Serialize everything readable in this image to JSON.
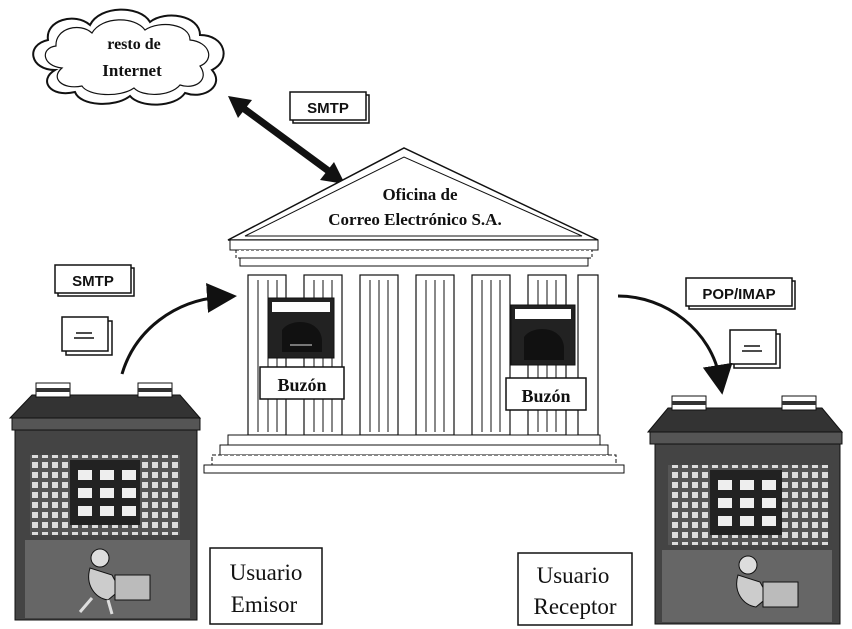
{
  "cloud": {
    "line1": "resto de",
    "line2": "Internet"
  },
  "protocols": {
    "top": "SMTP",
    "left": "SMTP",
    "right": "POP/IMAP"
  },
  "office": {
    "line1": "Oficina de",
    "line2": "Correo Electrónico S.A."
  },
  "mailboxes": {
    "left": "Buzón",
    "right": "Buzón"
  },
  "users": {
    "sender": {
      "line1": "Usuario",
      "line2": "Emisor"
    },
    "receiver": {
      "line1": "Usuario",
      "line2": "Receptor"
    }
  }
}
